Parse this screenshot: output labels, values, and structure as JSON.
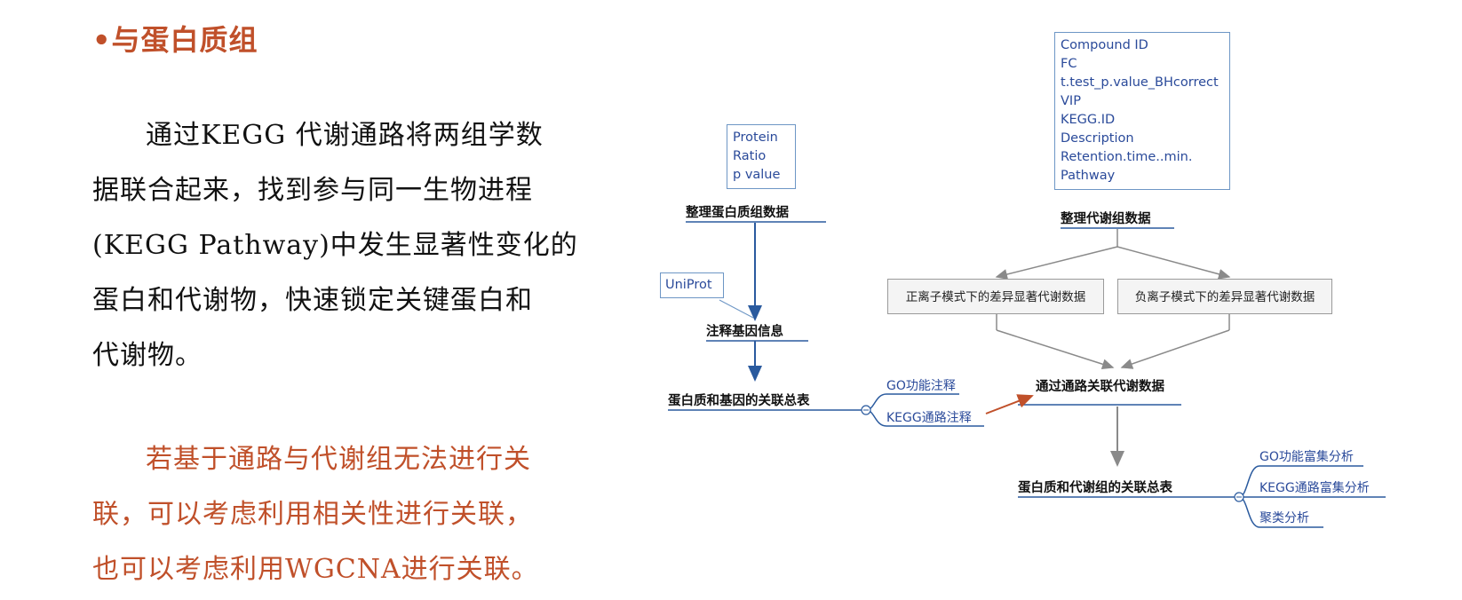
{
  "slide": {
    "title": "•与蛋白质组",
    "para1": [
      "通过KEGG 代谢通路将两组学数",
      "据联合起来，找到参与同一生物进程",
      "(KEGG Pathway)中发生显著性变化的",
      "蛋白和代谢物，快速锁定关键蛋白和",
      "代谢物。"
    ],
    "para2": [
      "若基于通路与代谢组无法进行关",
      "联，可以考虑利用相关性进行关联，",
      "也可以考虑利用WGCNA进行关联。"
    ]
  },
  "diagram": {
    "protein_fields": [
      "Protein",
      "Ratio",
      "p value"
    ],
    "compound_fields": [
      "Compound ID",
      "FC",
      "t.test_p.value_BHcorrect",
      "VIP",
      "KEGG.ID",
      "Description",
      "Retention.time..min.",
      "Pathway"
    ],
    "uniprot": "UniProt",
    "node_protein": "整理蛋白质组数据",
    "node_annot": "注释基因信息",
    "node_assoc": "蛋白质和基因的关联总表",
    "node_go": "GO功能注释",
    "node_kegg": "KEGG通路注释",
    "node_metab": "整理代谢组数据",
    "node_pos": "正离子模式下的差异显著代谢数据",
    "node_neg": "负离子模式下的差异显著代谢数据",
    "node_link": "通过通路关联代谢数据",
    "node_final": "蛋白质和代谢组的关联总表",
    "final_branches": [
      "GO功能富集分析",
      "KEGG通路富集分析",
      "聚类分析"
    ],
    "colors": {
      "accent": "#c0502a",
      "blue": "#2a5a9e",
      "gray_line": "#8a8a8a",
      "arrow_red": "#c0502a"
    }
  }
}
